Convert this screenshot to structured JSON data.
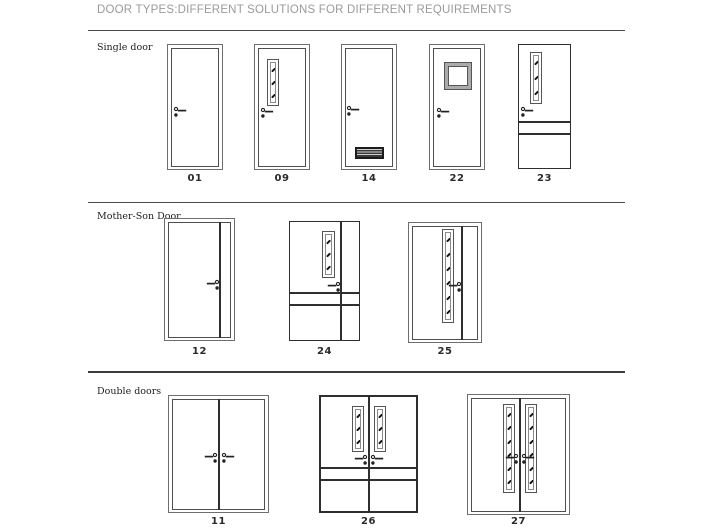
{
  "page": {
    "title": "DOOR TYPES:DIFFERENT SOLUTIONS FOR DIFFERENT REQUIREMENTS"
  },
  "colors": {
    "title_text": "#9a9a9a",
    "separator_line": "#4a4a4a",
    "door_outline": "#4f4f4f",
    "detail_dark": "#222222",
    "number_text": "#2b2b2b",
    "background": "#ffffff"
  },
  "sections": [
    {
      "label": "Single door",
      "doors": [
        {
          "number": "01",
          "style": "plain"
        },
        {
          "number": "09",
          "style": "vertical-glass-panel"
        },
        {
          "number": "14",
          "style": "louver-vent"
        },
        {
          "number": "22",
          "style": "square-window"
        },
        {
          "number": "23",
          "style": "glass-panel-with-kick-rail"
        }
      ]
    },
    {
      "label": "Mother-Son Door",
      "doors": [
        {
          "number": "12",
          "style": "plain"
        },
        {
          "number": "24",
          "style": "glass-panel-with-rails"
        },
        {
          "number": "25",
          "style": "tall-glass-panel"
        }
      ]
    },
    {
      "label": "Double doors",
      "doors": [
        {
          "number": "11",
          "style": "plain"
        },
        {
          "number": "26",
          "style": "twin-glass-panels-with-rails"
        },
        {
          "number": "27",
          "style": "twin-tall-glass-panels"
        }
      ]
    }
  ]
}
